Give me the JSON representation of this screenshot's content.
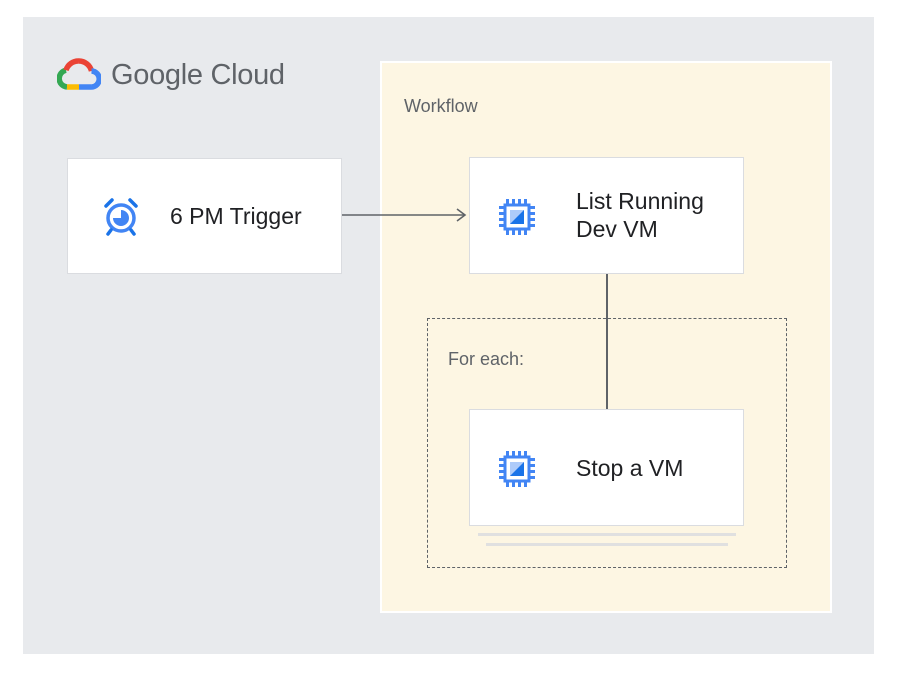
{
  "brand": {
    "name": "Google Cloud",
    "icon": "google-cloud-logo-icon"
  },
  "workflow": {
    "label": "Workflow",
    "background": "#fdf6e3"
  },
  "nodes": {
    "trigger": {
      "label": "6 PM Trigger",
      "icon": "alarm-clock-icon"
    },
    "list_vm": {
      "label_line1": "List Running",
      "label_line2": "Dev VM",
      "icon": "compute-chip-icon"
    },
    "stop_vm": {
      "label": "Stop a VM",
      "icon": "compute-chip-icon"
    }
  },
  "loop": {
    "label": "For each:"
  },
  "colors": {
    "panel": "#e8eaed",
    "icon_blue": "#4285f4",
    "icon_dark_blue": "#1a73e8",
    "text": "#202124",
    "muted": "#5f6368"
  }
}
